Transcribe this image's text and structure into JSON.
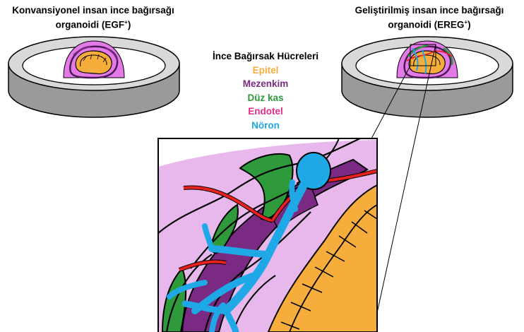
{
  "left_title": {
    "line1": "Konvansiyonel insan ince bağırsağı",
    "line2_text": "organoidi (EGF",
    "line2_sup": "+",
    "line2_end": ")"
  },
  "right_title": {
    "line1": "Geliştirilmiş insan ince bağırsağı",
    "line2_text": "organoidi (EREG",
    "line2_sup": "+",
    "line2_end": ")"
  },
  "legend": {
    "heading": "İnce Bağırsak Hücreleri",
    "items": [
      {
        "label": "Epitel",
        "color": "#f6ad3c"
      },
      {
        "label": "Mezenkim",
        "color": "#7b2a83"
      },
      {
        "label": "Düz kas",
        "color": "#2e9a3c"
      },
      {
        "label": "Endotel",
        "color": "#e52c87"
      },
      {
        "label": "Nöron",
        "color": "#1fa8e6"
      }
    ]
  },
  "colors": {
    "dish_wall": "#9a9a9a",
    "dish_rim": "#d9d9d9",
    "organoid_dome": "#e47ae8",
    "zoom_background": "#e8b8ec",
    "epithelium": "#f6ad3c",
    "mesenchyme": "#7b2a83",
    "smooth_muscle": "#2e9a3c",
    "endothelium": "#e8201f",
    "neuron": "#1fa8e6"
  }
}
